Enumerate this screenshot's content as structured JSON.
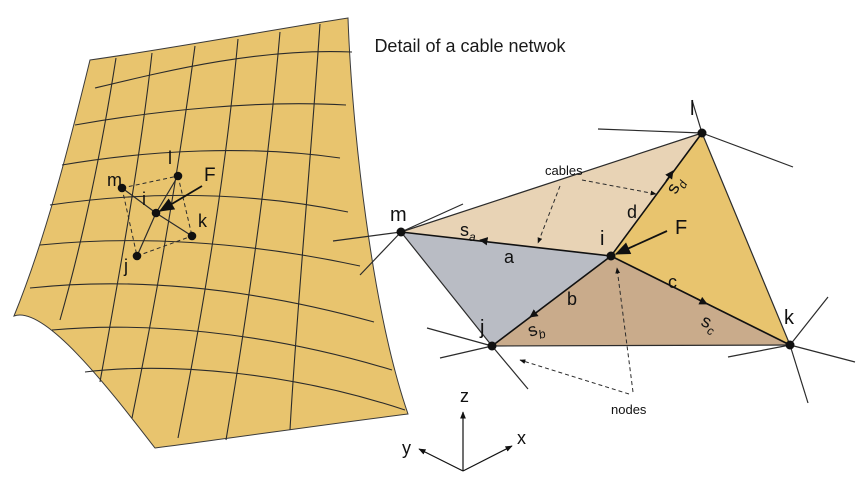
{
  "title": "Detail of a cable netwok",
  "colors": {
    "surface": "#E8C46E",
    "face_mli": "#E8D3B5",
    "face_mij": "#B9BCC4",
    "face_jik": "#C9AB8B",
    "face_ilk": "#E8C46E",
    "ink": "#111111"
  },
  "surface_labels": {
    "m": "m",
    "l": "l",
    "F": "F",
    "i": "i",
    "k": "k",
    "j": "j"
  },
  "detail": {
    "nodes": {
      "l": "l",
      "m": "m",
      "i": "i",
      "j": "j",
      "k": "k"
    },
    "cables": {
      "a": "a",
      "b": "b",
      "c": "c",
      "d": "d"
    },
    "lengths": {
      "sa_base": "s",
      "sa_sub": "a",
      "sb_base": "s",
      "sb_sub": "b",
      "sc_base": "s",
      "sc_sub": "c",
      "sd_base": "s",
      "sd_sub": "d"
    },
    "force": "F",
    "annotations": {
      "cables": "cables",
      "nodes": "nodes"
    }
  },
  "axes": {
    "x": "x",
    "y": "y",
    "z": "z"
  }
}
